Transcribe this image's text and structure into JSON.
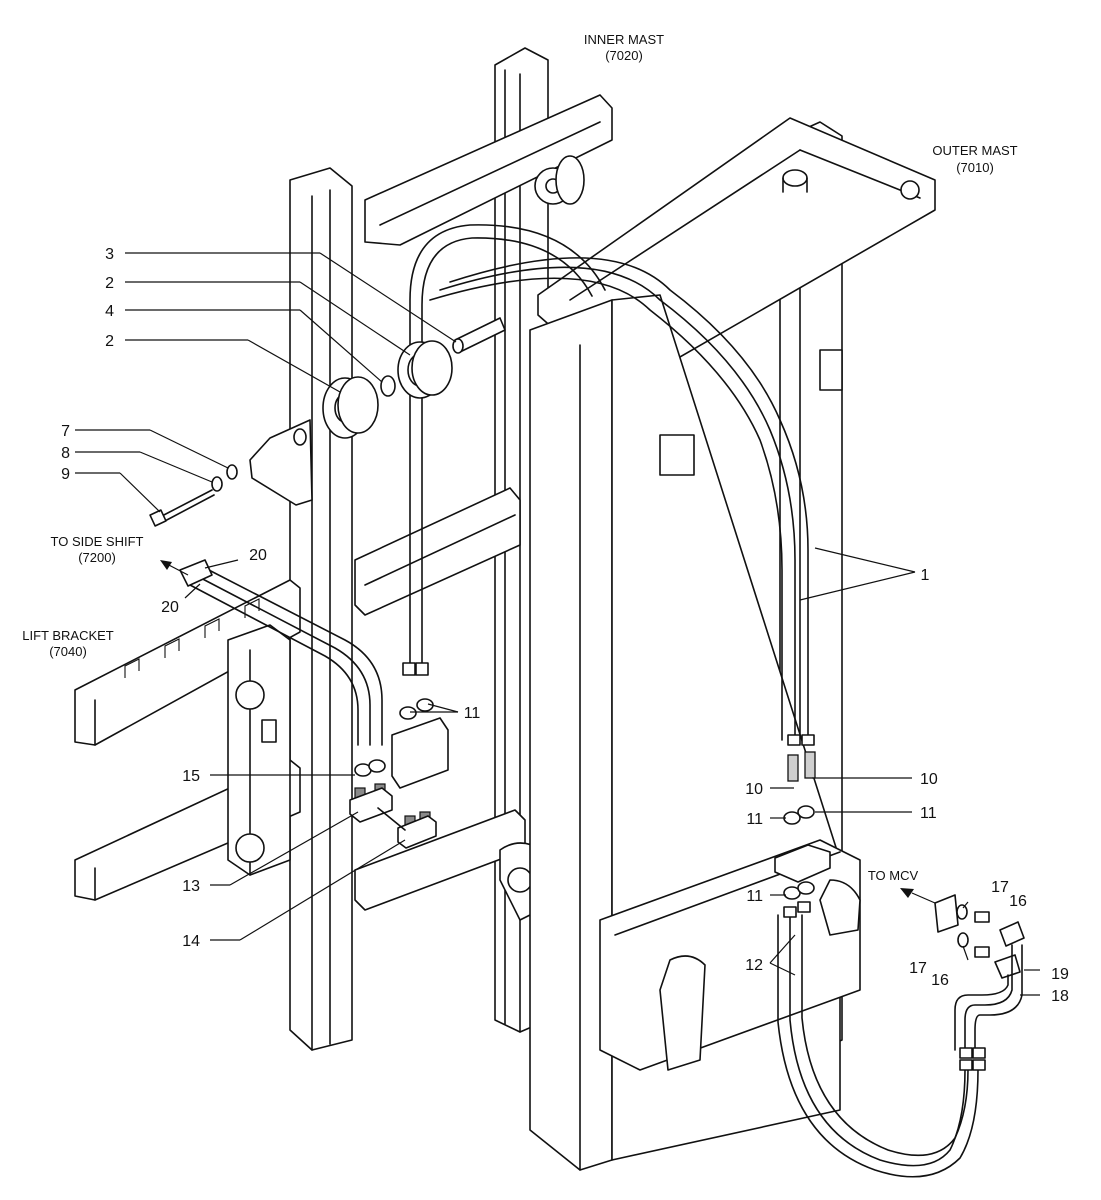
{
  "labels": {
    "inner_mast": "INNER MAST",
    "inner_mast_code": "(7020)",
    "outer_mast": "OUTER MAST",
    "outer_mast_code": "(7010)",
    "to_side_shift": "TO SIDE SHIFT",
    "to_side_shift_code": "(7200)",
    "lift_bracket": "LIFT BRACKET",
    "lift_bracket_code": "(7040)",
    "to_mcv": "TO MCV"
  },
  "callouts": {
    "c1": "1",
    "c2a": "2",
    "c2b": "2",
    "c3": "3",
    "c4": "4",
    "c7": "7",
    "c8": "8",
    "c9": "9",
    "c10a": "10",
    "c10b": "10",
    "c11a": "11",
    "c11b": "11",
    "c11c": "11",
    "c11d": "11",
    "c12": "12",
    "c13": "13",
    "c14": "14",
    "c15": "15",
    "c16a": "16",
    "c16b": "16",
    "c17a": "17",
    "c17b": "17",
    "c18": "18",
    "c19": "19",
    "c20a": "20",
    "c20b": "20"
  }
}
